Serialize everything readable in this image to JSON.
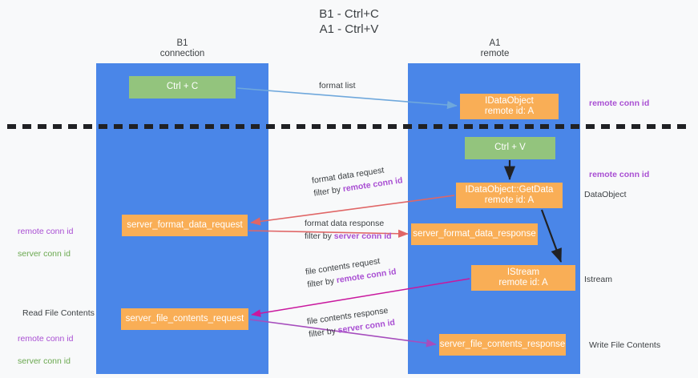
{
  "title": "B1 - Ctrl+C\nA1 - Ctrl+V",
  "lanes": [
    {
      "name": "b1",
      "header": "B1\nconnection",
      "color": "#4a86e8"
    },
    {
      "name": "a1",
      "header": "A1\nremote",
      "color": "#4a86e8"
    }
  ],
  "nodes": {
    "ctrl_c": "Ctrl + C",
    "idataobject": "IDataObject\nremote id: A",
    "ctrl_v": "Ctrl + V",
    "getdata": "IDataObject::GetData\nremote id: A",
    "server_format_data_request": "server_format_data_request",
    "server_format_data_response": "server_format_data_response",
    "istream": "IStream\nremote id: A",
    "server_file_contents_request": "server_file_contents_request",
    "server_file_contents_response": "server_file_contents_response"
  },
  "edges": {
    "format_list": "format list",
    "format_data_request": "format data request",
    "format_data_request_filter_prefix": "filter by ",
    "format_data_request_filter_key": "remote conn id",
    "format_data_response": "format data response",
    "format_data_response_filter_prefix": "filter by ",
    "format_data_response_filter_key": "server conn id",
    "file_contents_request": "file contents request",
    "file_contents_request_filter_prefix": "filter by ",
    "file_contents_request_filter_key": "remote conn id",
    "file_contents_response": "file contents response",
    "file_contents_response_filter_prefix": "filter by ",
    "file_contents_response_filter_key": "server conn id"
  },
  "annotations": {
    "right_remote_conn_id_top": "remote conn id",
    "right_remote_conn_id_mid": "remote conn id",
    "right_dataobject": "DataObject",
    "right_istream": "Istream",
    "right_write_file_contents": "Write File Contents",
    "left_remote_conn_id": "remote conn id",
    "left_server_conn_id": "server conn id",
    "left_read_file_contents": "Read File Contents",
    "left_remote_conn_id_2": "remote conn id",
    "left_server_conn_id_2": "server conn id"
  },
  "colors": {
    "lane": "#4a86e8",
    "green_node": "#93c47d",
    "orange_node": "#f9ae56",
    "purple_key": "#a94fd3",
    "green_key": "#6aa84f",
    "arrow_blue": "#6fa8dc",
    "arrow_red": "#e06666",
    "arrow_magenta": "#c9189e",
    "arrow_purple": "#a64dbd",
    "arrow_black": "#202124",
    "divider": "#202124",
    "background": "#f8f9fa"
  }
}
